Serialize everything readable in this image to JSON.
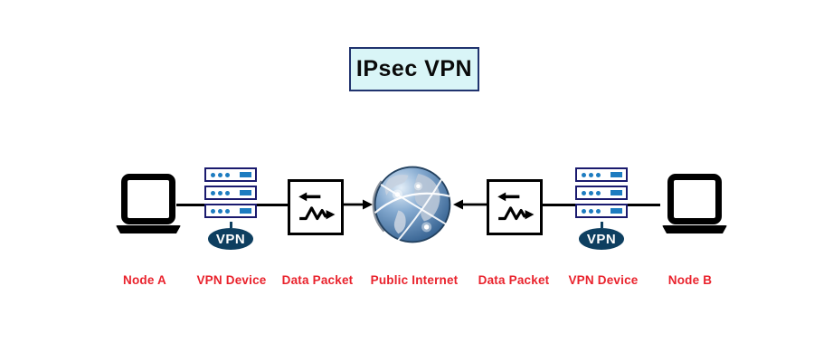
{
  "title": {
    "label": "IPsec VPN"
  },
  "colors": {
    "label_red": "#e9222c",
    "title_bg": "#d9f5f7",
    "title_border": "#20336e",
    "server_border": "#1a1a6e",
    "server_accent": "#1d7cc0",
    "vpn_badge_bg": "#0e3f60",
    "globe_blue": "#4a79ad",
    "line_black": "#000000"
  },
  "nodes": [
    {
      "id": "node-a",
      "type": "laptop",
      "label": "Node A"
    },
    {
      "id": "vpn-device-left",
      "type": "vpn-server",
      "label": "VPN Device",
      "badge": "VPN"
    },
    {
      "id": "data-packet-left",
      "type": "packet",
      "label": "Data Packet"
    },
    {
      "id": "public-internet",
      "type": "globe",
      "label": "Public Internet"
    },
    {
      "id": "data-packet-right",
      "type": "packet",
      "label": "Data Packet"
    },
    {
      "id": "vpn-device-right",
      "type": "vpn-server",
      "label": "VPN Device",
      "badge": "VPN"
    },
    {
      "id": "node-b",
      "type": "laptop",
      "label": "Node B"
    }
  ]
}
